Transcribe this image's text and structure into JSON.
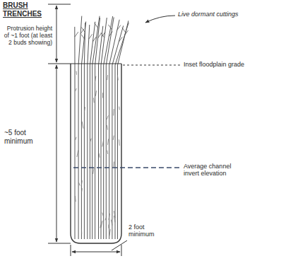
{
  "diagram": {
    "title": "BRUSH TRENCHES",
    "labels": [
      "Live dormant cuttings",
      "Protrusion height of ~1 foot (at least 2 buds showing)",
      "Inset floodplain grade",
      "~5 foot minimum",
      "Average channel invert elevation",
      "2 foot minimum"
    ]
  }
}
